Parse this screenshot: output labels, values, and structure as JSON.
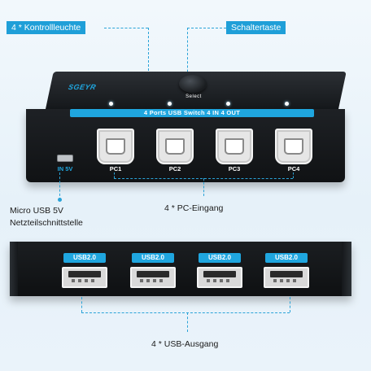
{
  "callouts": {
    "led_indicators": "4 * Kontrollleuchte",
    "switch_button": "Schaltertaste",
    "pc_inputs": "4 * PC-Eingang",
    "micro_usb_line1": "Micro USB 5V",
    "micro_usb_line2": "Netzteilschnittstelle",
    "usb_outputs": "4 * USB-Ausgang"
  },
  "device_top": {
    "brand": "SGEYR",
    "select_label": "Select",
    "strip_text": "4 Ports USB Switch 4 IN 4 OUT",
    "power_port_label": "IN 5V",
    "pc_ports": [
      "PC1",
      "PC2",
      "PC3",
      "PC4"
    ]
  },
  "device_bottom": {
    "usb_ports": [
      "USB2.0",
      "USB2.0",
      "USB2.0",
      "USB2.0"
    ]
  },
  "colors": {
    "accent": "#1fa6df",
    "device_body": "#15181b",
    "background": "#eaf3fa"
  }
}
